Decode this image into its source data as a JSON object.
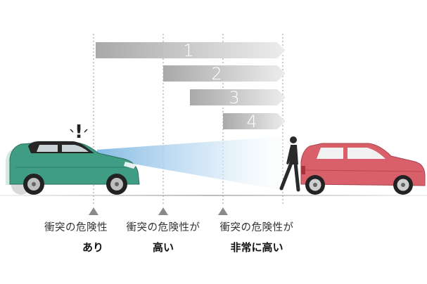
{
  "stages": [
    {
      "label": "1"
    },
    {
      "label": "2"
    },
    {
      "label": "3"
    },
    {
      "label": "4"
    }
  ],
  "alert_symbol": "!",
  "captions": [
    {
      "top": "衝突の危険性",
      "bottom": "あり"
    },
    {
      "top": "衝突の危険性が",
      "bottom": "高い"
    },
    {
      "top": "衝突の危険性が",
      "bottom": "非常に高い"
    }
  ],
  "colors": {
    "own_car_body": "#3f9d83",
    "front_car_body": "#d9606a",
    "sensor_beam": "#8fc3e8",
    "stage_bar_dark": "#a8a8a8",
    "stage_bar_light": "#ececec",
    "marker": "#8a8a8a"
  },
  "icons": {
    "alert": "exclamation-icon",
    "pedestrian": "pedestrian-icon",
    "marker": "triangle-up-icon"
  }
}
